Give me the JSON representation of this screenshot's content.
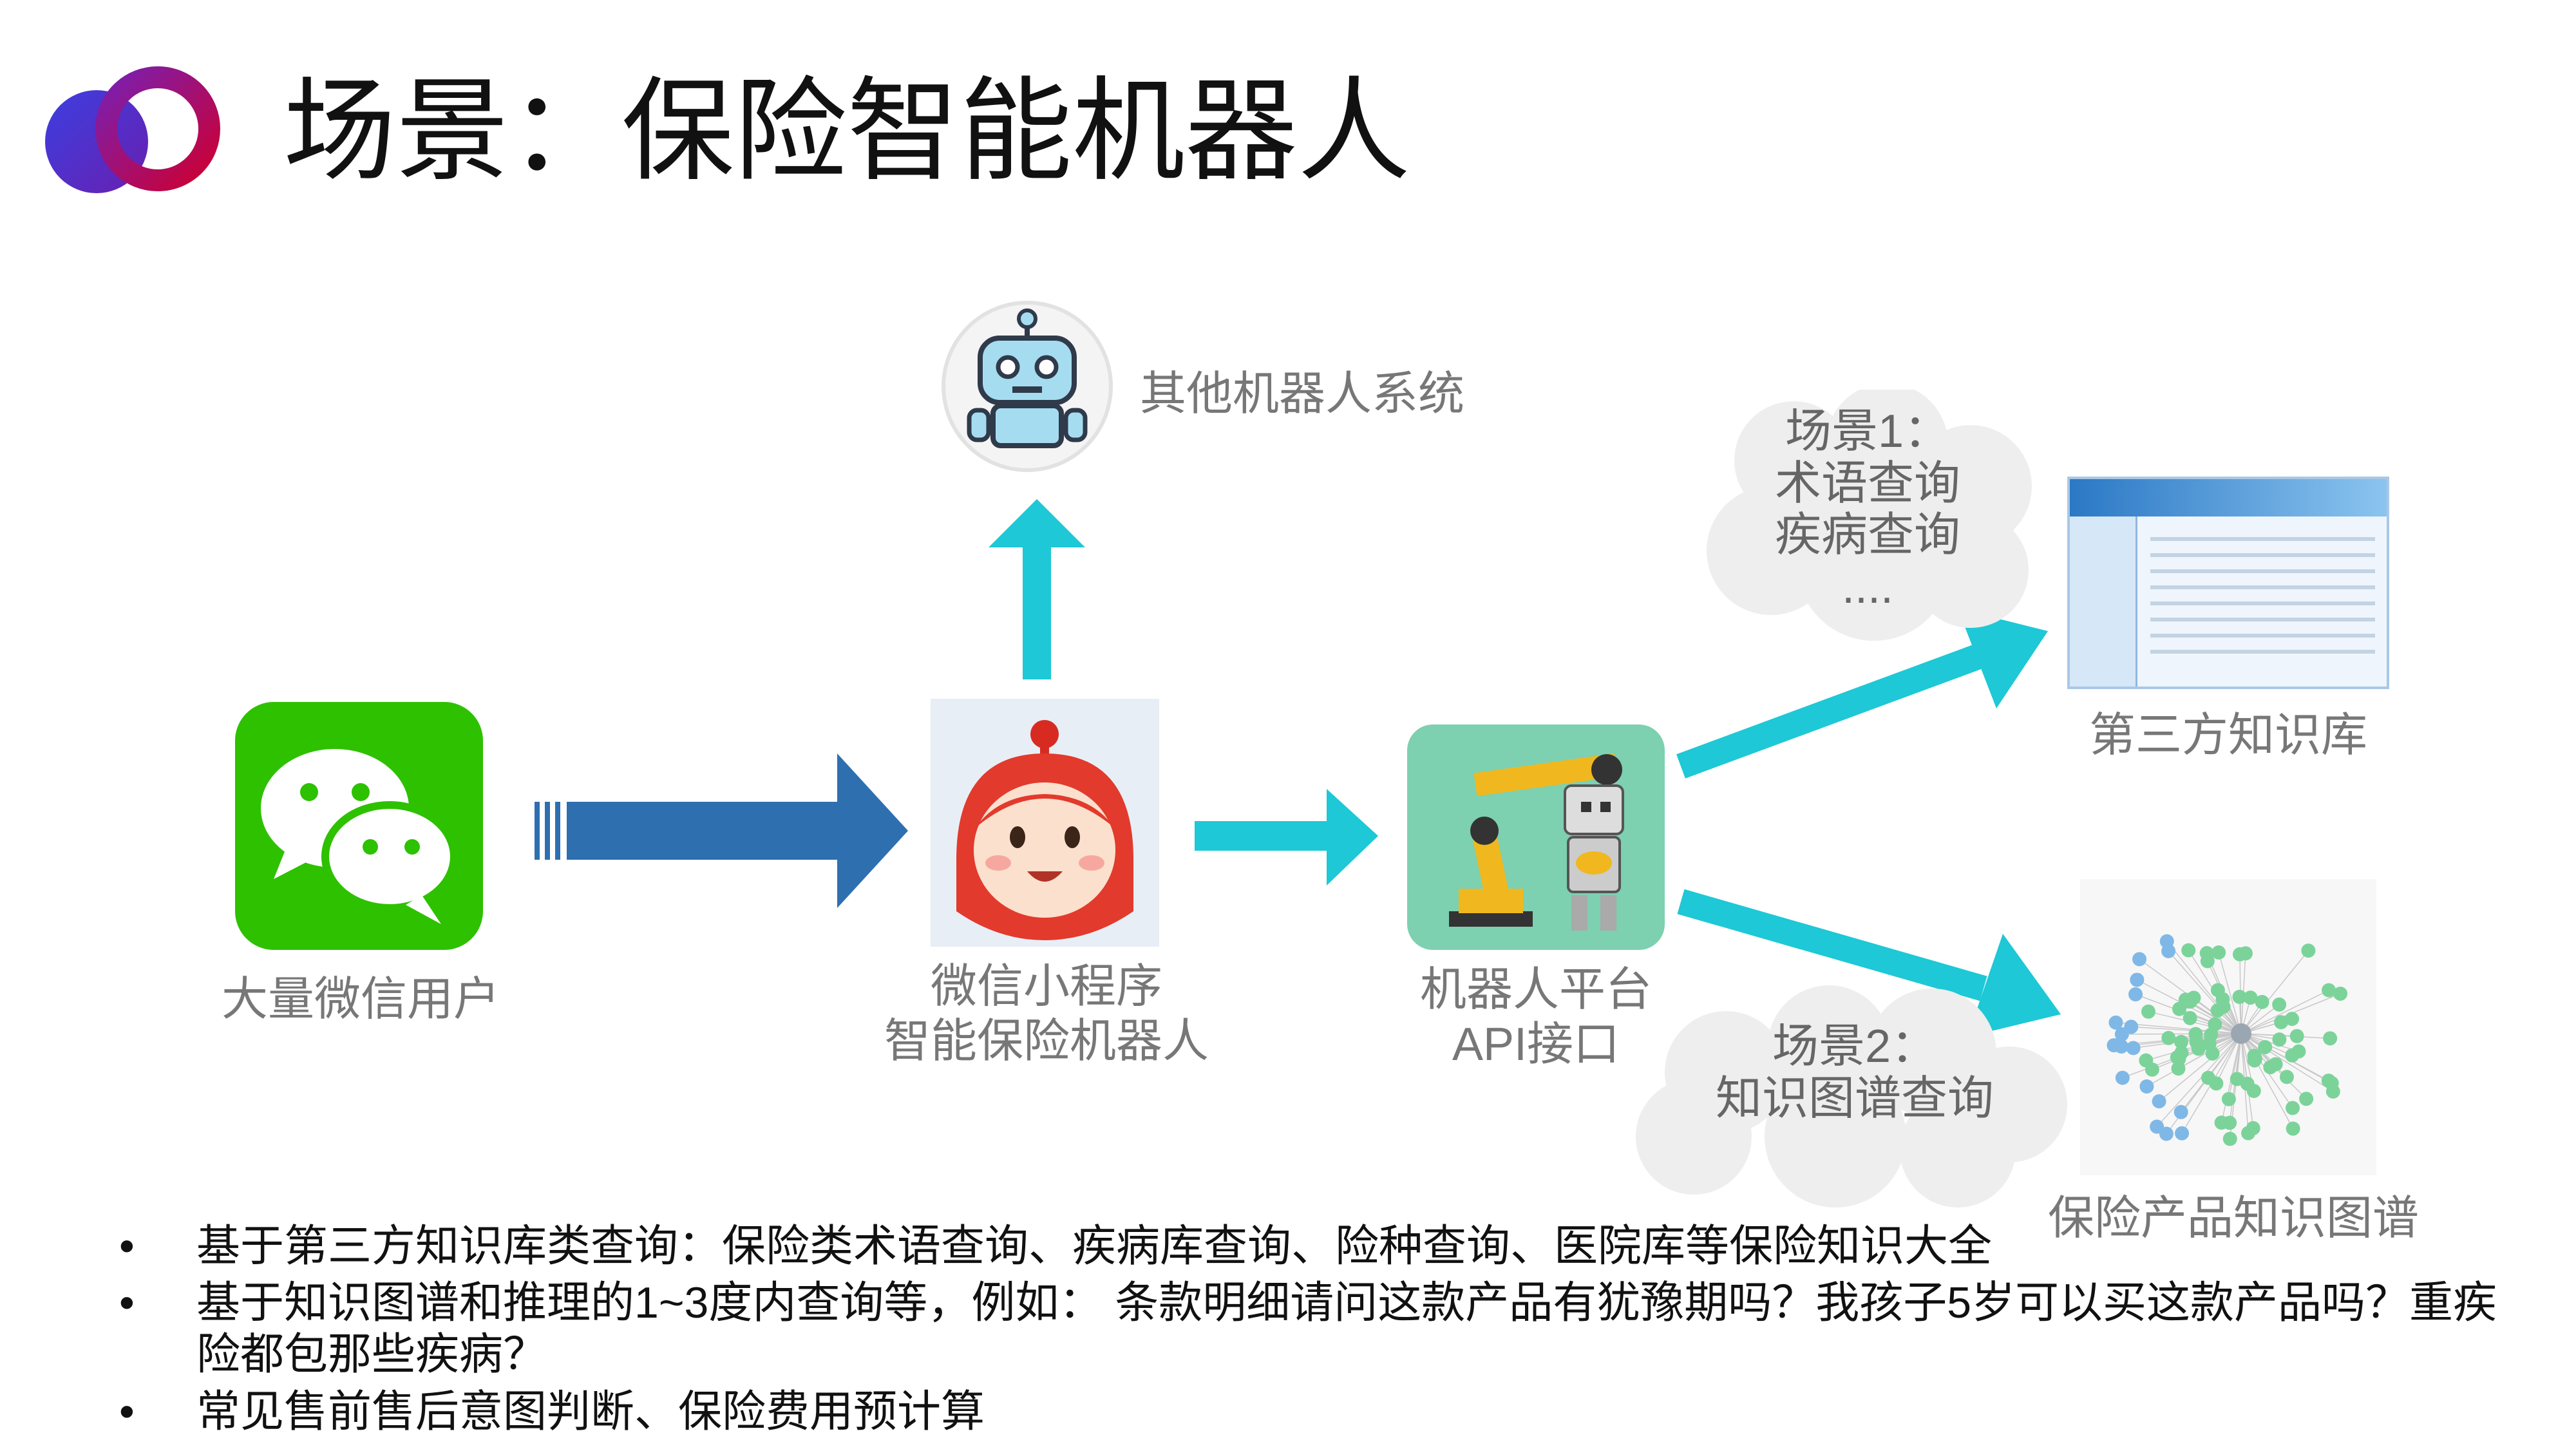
{
  "title": "场景：保险智能机器人",
  "nodes": {
    "users": "大量微信用户",
    "miniprogram_line1": "微信小程序",
    "miniprogram_line2": "智能保险机器人",
    "platform_line1": "机器人平台",
    "platform_line2": "API接口",
    "other_robots": "其他机器人系统",
    "third_party_kb": "第三方知识库",
    "knowledge_graph": "保险产品知识图谱"
  },
  "scenes": {
    "scene1": [
      "场景1：",
      "术语查询",
      "疾病查询",
      "...."
    ],
    "scene2": [
      "场景2：",
      "知识图谱查询"
    ]
  },
  "bullets": [
    "基于第三方知识库类查询：保险类术语查询、疾病库查询、险种查询、医院库等保险知识大全",
    "基于知识图谱和推理的1~3度内查询等，例如： 条款明细请问这款产品有犹豫期吗？我孩子5岁可以买这款产品吗？重疾险都包那些疾病？",
    "常见售前售后意图判断、保险费用预计算"
  ],
  "colors": {
    "wechat_green": "#2dc100",
    "big_arrow_blue": "#2e6fb0",
    "cyan_arrow": "#1ec8d6",
    "platform_bg": "#7dd0b0",
    "logo_blue": "#3b3fe0",
    "logo_red": "#cc0033"
  },
  "icons": {
    "logo": "ring-logo-icon",
    "users": "wechat-icon",
    "miniprogram": "mascot-icon",
    "platform": "industrial-robot-arm-icon",
    "other_robots": "robot-head-icon",
    "third_party_kb": "web-portal-screenshot-icon",
    "knowledge_graph": "network-graph-icon"
  }
}
